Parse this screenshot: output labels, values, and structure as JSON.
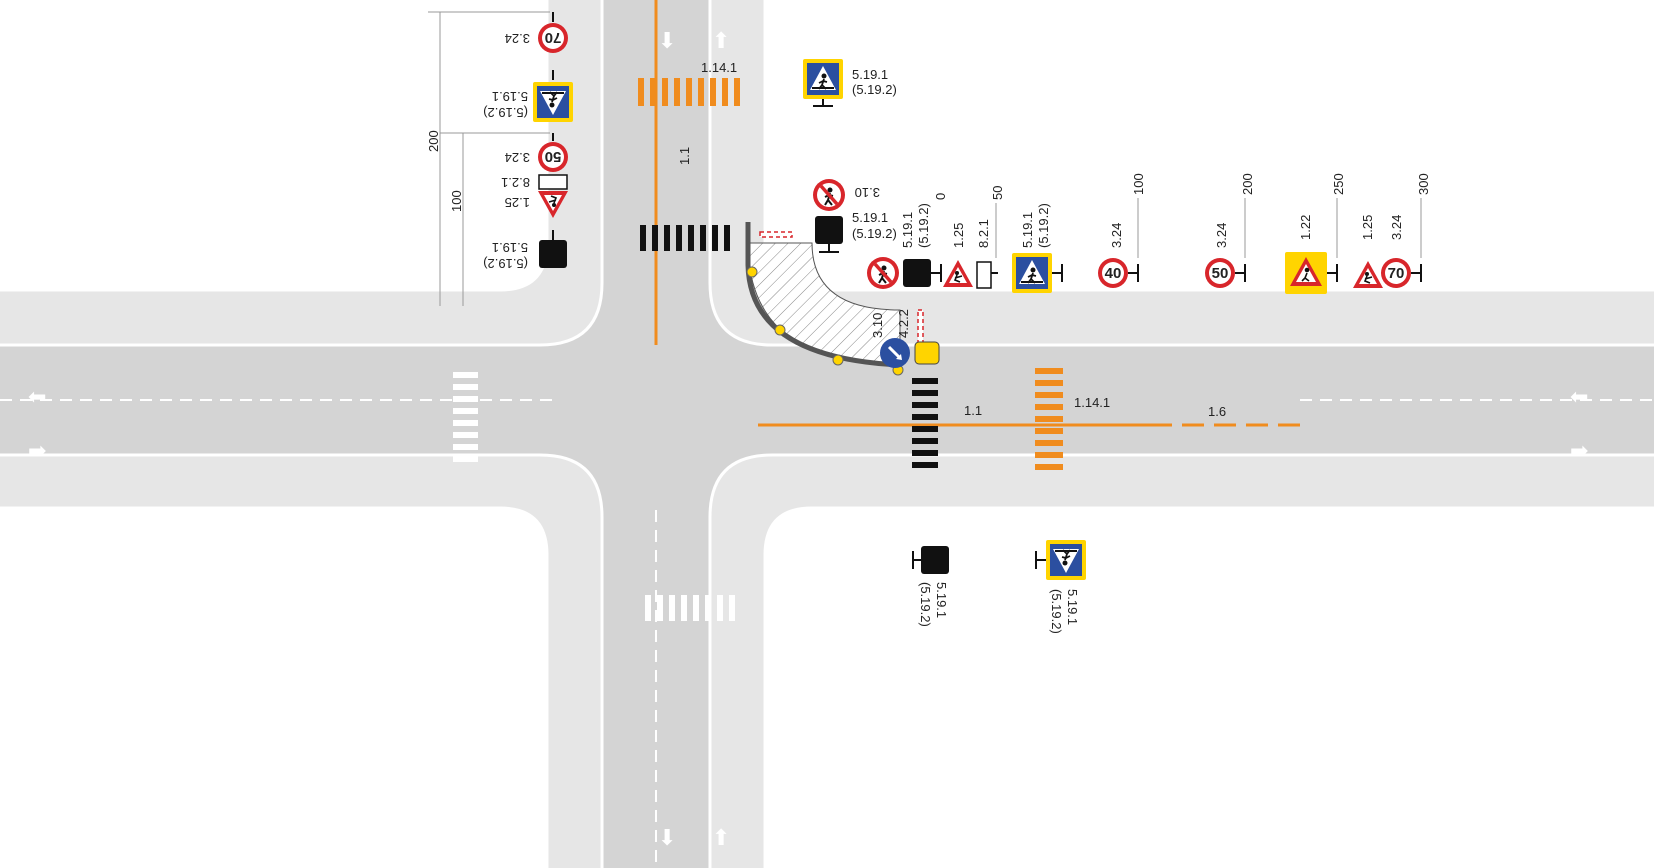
{
  "signs": {
    "speed_70": "70",
    "speed_50": "50",
    "speed_40": "40",
    "code_324": "3.24",
    "code_5191": "5.19.1",
    "code_5192": "(5.19.2)",
    "code_821": "8.2.1",
    "code_125": "1.25",
    "code_122": "1.22",
    "code_310": "3.10",
    "code_422": "4.2.2"
  },
  "markings": {
    "m_1141": "1.14.1",
    "m_11": "1.1",
    "m_16": "1.6"
  },
  "distances": {
    "d0": "0",
    "d50": "50",
    "d100": "100",
    "d200": "200",
    "d250": "250",
    "d300": "300"
  },
  "icons": [
    "lane-direction-arrow-icon",
    "pedestrian-crossing-sign-icon",
    "speed-limit-sign-icon",
    "roadworks-sign-icon",
    "no-pedestrians-sign-icon",
    "keep-right-sign-icon",
    "warning-light-icon"
  ],
  "colors": {
    "road": "#d4d4d4",
    "sidewalk": "#e6e6e6",
    "marking_temp": "#f08c1e",
    "sign_blue": "#2b4fa0",
    "sign_red": "#d8262b",
    "sign_yellow": "#ffd400"
  }
}
